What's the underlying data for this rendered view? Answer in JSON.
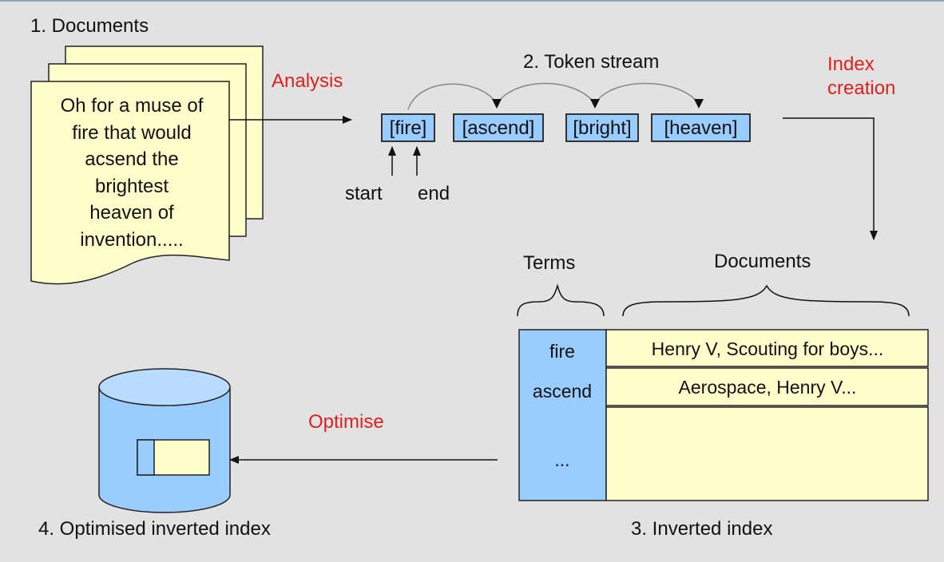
{
  "colors": {
    "background": "#e2e2e2",
    "document_fill": "#ffffcc",
    "token_fill": "#99ccff",
    "label_red": "#e0201e"
  },
  "steps": {
    "documents": "1. Documents",
    "token_stream": "2. Token stream",
    "inverted_index": "3. Inverted index",
    "optimised_index": "4. Optimised inverted index"
  },
  "actions": {
    "analysis": "Analysis",
    "index_creation_line1": "Index",
    "index_creation_line2": "creation",
    "optimise": "Optimise"
  },
  "document_text": [
    "Oh for a muse of",
    "fire that would",
    "acsend the",
    "brightest",
    "heaven of",
    "invention....."
  ],
  "tokens": [
    "[fire]",
    "[ascend]",
    "[bright]",
    "[heaven]"
  ],
  "token_markers": {
    "start": "start",
    "end": "end"
  },
  "index": {
    "terms_header": "Terms",
    "documents_header": "Documents",
    "rows": [
      {
        "term": "fire",
        "documents": "Henry V, Scouting for boys..."
      },
      {
        "term": "ascend",
        "documents": "Aerospace, Henry V..."
      },
      {
        "term": "...",
        "documents": ""
      }
    ]
  },
  "icons": [
    "document-stack-icon",
    "database-cylinder-icon"
  ]
}
